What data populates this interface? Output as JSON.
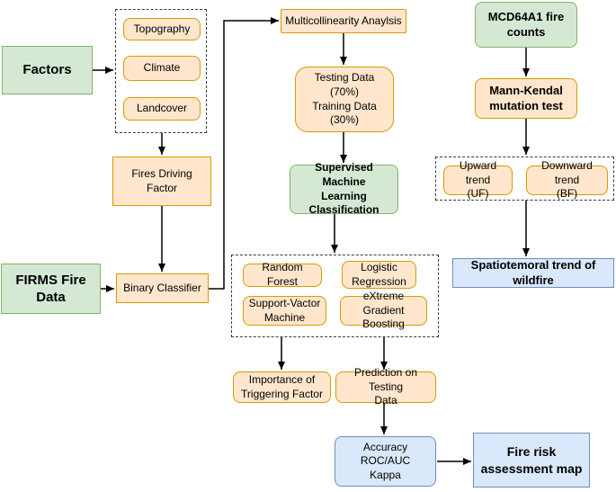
{
  "colors": {
    "orange_fill": "#ffe6cc",
    "orange_border": "#d79b00",
    "green_fill": "#d5e8d4",
    "green_border": "#82b366",
    "blue_fill": "#dae8fc",
    "blue_border": "#6c8ebf",
    "line": "#000000"
  },
  "nodes": {
    "factors": {
      "label": "Factors"
    },
    "topography": {
      "label": "Topography"
    },
    "climate": {
      "label": "Climate"
    },
    "landcover": {
      "label": "Landcover"
    },
    "multicollinearity": {
      "label": "Multicollinearity Anaylsis"
    },
    "data_split": {
      "label": "Testing Data (70%)\nTraining Data (30%)"
    },
    "supervised": {
      "label": "Supervised Machine\nLearning\nClassification"
    },
    "mcd64a1": {
      "label": "MCD64A1 fire counts"
    },
    "mann_kendal": {
      "label": "Mann-Kendal\nmutation test"
    },
    "upward": {
      "label": "Upward trend\n(UF)"
    },
    "downward": {
      "label": "Downward trend\n(BF)"
    },
    "spatiotemporal": {
      "label": "Spatiotemoral trend of wildfire"
    },
    "fires_driving": {
      "label": "Fires Driving Factor"
    },
    "firms": {
      "label": "FIRMS Fire Data"
    },
    "binary": {
      "label": "Binary Classifier"
    },
    "random_forest": {
      "label": "Random Forest"
    },
    "logistic": {
      "label": "Logistic\nRegression"
    },
    "svm": {
      "label": "Support-Vactor\nMachine"
    },
    "xgboost": {
      "label": "eXtreme Gradient\nBoosting"
    },
    "importance": {
      "label": "Importance of\nTriggering Factor"
    },
    "prediction": {
      "label": "Prediction on Testing\nData"
    },
    "accuracy": {
      "label": "Accuracy  ROC/AUC\nKappa"
    },
    "fire_risk": {
      "label": "Fire risk\nassessment map"
    }
  }
}
